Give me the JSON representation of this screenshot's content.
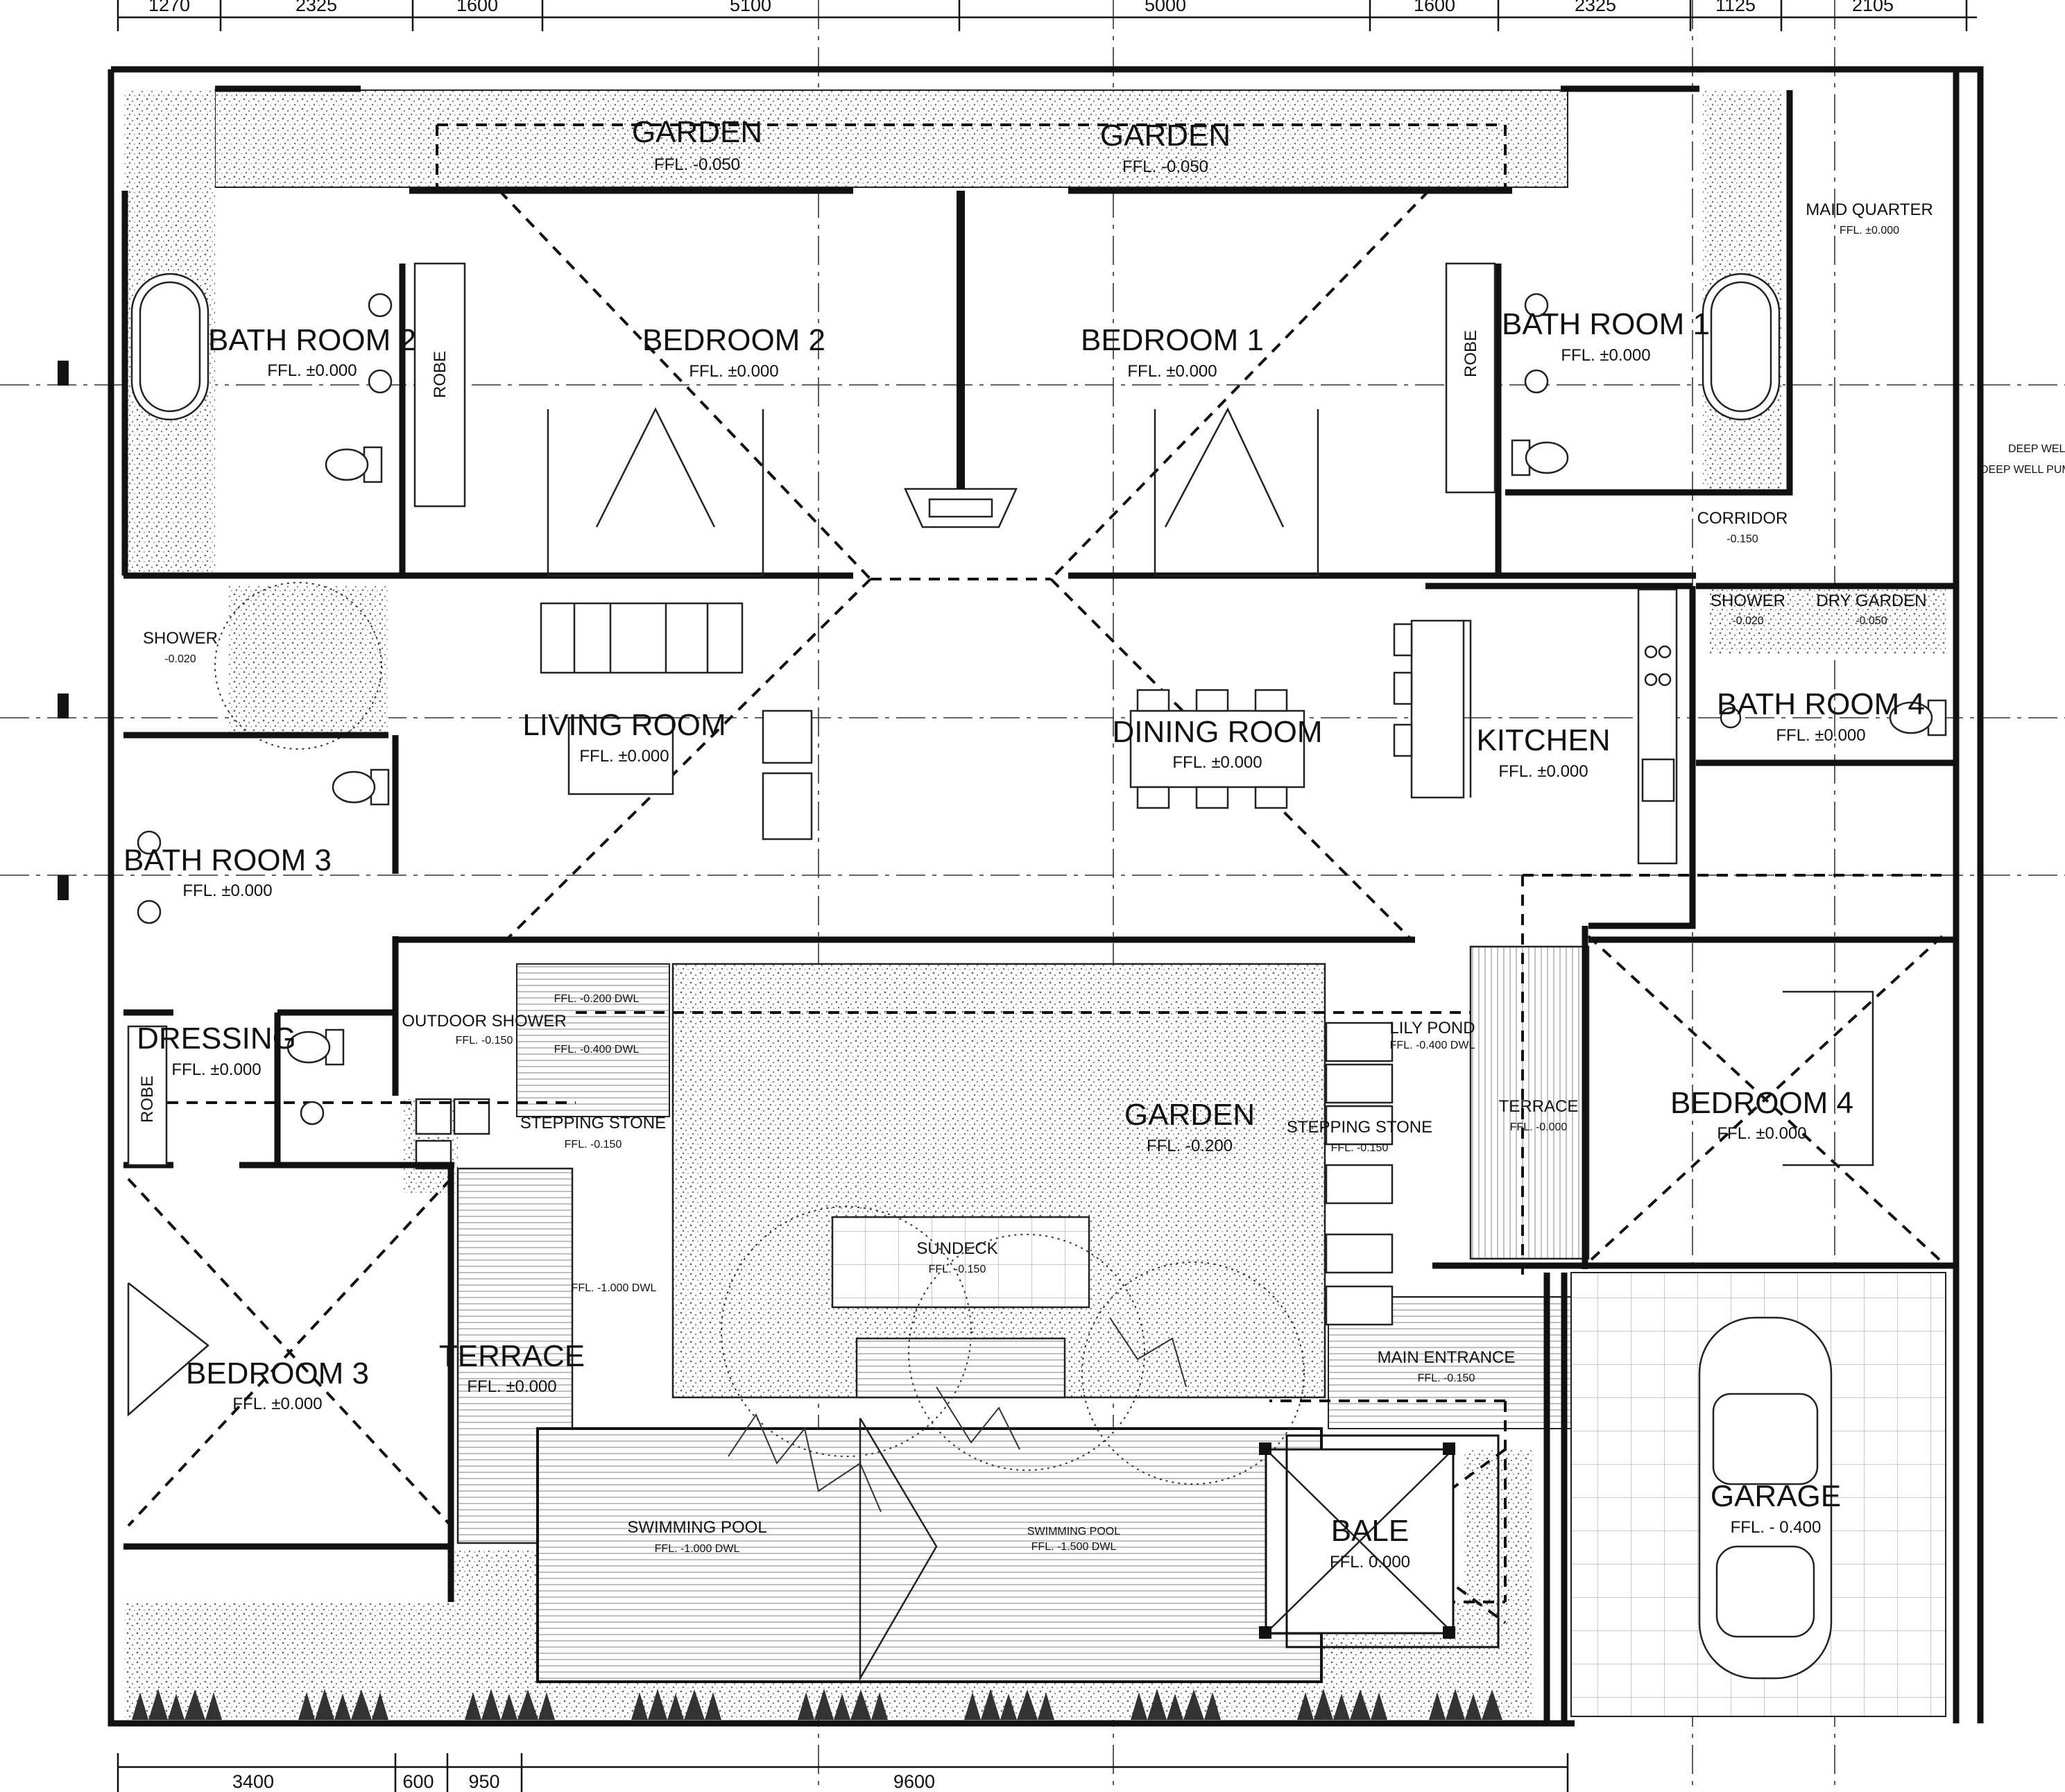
{
  "dims_top": [
    "1270",
    "2325",
    "1600",
    "5100",
    "5000",
    "1600",
    "2325",
    "1125",
    "2105"
  ],
  "dims_bottom": [
    "3400",
    "600",
    "950",
    "9600"
  ],
  "rooms": {
    "garden_top_left": {
      "name": "GARDEN",
      "ffl": "FFL. -0.050"
    },
    "garden_top_right": {
      "name": "GARDEN",
      "ffl": "FFL. -0.050"
    },
    "bath2": {
      "name": "BATH ROOM 2",
      "ffl": "FFL. ±0.000"
    },
    "bedroom2": {
      "name": "BEDROOM 2",
      "ffl": "FFL. ±0.000"
    },
    "bedroom1": {
      "name": "BEDROOM 1",
      "ffl": "FFL. ±0.000"
    },
    "bath1": {
      "name": "BATH ROOM 1",
      "ffl": "FFL. ±0.000"
    },
    "maid": {
      "name": "MAID QUARTER",
      "ffl": "FFL. ±0.000"
    },
    "corridor": {
      "name": "CORRIDOR",
      "ffl": "-0.150"
    },
    "shower_l": {
      "name": "SHOWER",
      "ffl": "-0.020"
    },
    "living": {
      "name": "LIVING ROOM",
      "ffl": "FFL. ±0.000"
    },
    "dining": {
      "name": "DINING ROOM",
      "ffl": "FFL. ±0.000"
    },
    "kitchen": {
      "name": "KITCHEN",
      "ffl": "FFL. ±0.000"
    },
    "shower_r": {
      "name": "SHOWER",
      "ffl": "-0.020"
    },
    "dry_garden": {
      "name": "DRY GARDEN",
      "ffl": "-0.050"
    },
    "bath4": {
      "name": "BATH ROOM 4",
      "ffl": "FFL. ±0.000"
    },
    "bath3": {
      "name": "BATH ROOM 3",
      "ffl": "FFL. ±0.000"
    },
    "dressing": {
      "name": "DRESSING",
      "ffl": "FFL. ±0.000"
    },
    "outdoor_shower": {
      "name": "OUTDOOR SHOWER",
      "ffl": "FFL. -0.150"
    },
    "stepping_l": {
      "name": "STEPPING STONE",
      "ffl": "FFL. -0.150"
    },
    "garden_c": {
      "name": "GARDEN",
      "ffl": "FFL. -0.200"
    },
    "stepping_r": {
      "name": "STEPPING STONE",
      "ffl": "FFL. -0.150"
    },
    "lily": {
      "name": "LILY POND",
      "ffl": "FFL. -0.400 DWL"
    },
    "terrace_r": {
      "name": "TERRACE",
      "ffl": "FFL. -0.000"
    },
    "bedroom4": {
      "name": "BEDROOM 4",
      "ffl": "FFL. ±0.000"
    },
    "sundeck": {
      "name": "SUNDECK",
      "ffl": "FFL. -0.150"
    },
    "terrace_l": {
      "name": "TERRACE",
      "ffl": "FFL. ±0.000"
    },
    "bedroom3": {
      "name": "BEDROOM 3",
      "ffl": "FFL. ±0.000"
    },
    "main_entrance": {
      "name": "MAIN ENTRANCE",
      "ffl": "FFL. -0.150"
    },
    "pool": {
      "name": "SWIMMING POOL",
      "ffl": "FFL. -1.000 DWL"
    },
    "pool2": {
      "name": "SWIMMING POOL",
      "ffl": "FFL. -1.500 DWL"
    },
    "bale": {
      "name": "BALE",
      "ffl": "FFL. 0.000"
    },
    "garage": {
      "name": "GARAGE",
      "ffl": "FFL. - 0.400"
    }
  },
  "labels": {
    "robe": "ROBE",
    "deep_well": "DEEP WELL",
    "deep_well_pump": "DEEP WELL PUMP",
    "pond_ffl1": "FFL. -0.200 DWL",
    "pond_ffl2": "FFL. -0.400 DWL",
    "pond_ffl3": "FFL. -1.000 DWL"
  }
}
